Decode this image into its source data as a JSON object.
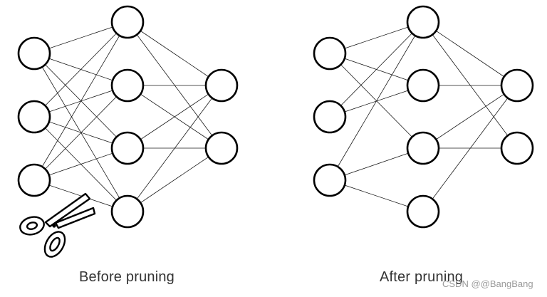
{
  "captions": {
    "before": "Before pruning",
    "after": "After pruning"
  },
  "watermark": "CSDN @@BangBang",
  "colors": {
    "node_stroke": "#000000",
    "edge": "#1a1a1a",
    "caption_text": "#333333",
    "watermark_text": "#9a9a9a",
    "background": "#ffffff"
  },
  "icons": {
    "scissors": "scissors-icon"
  },
  "networks": {
    "before": {
      "layers": [
        3,
        4,
        2
      ],
      "connections": "all"
    },
    "after": {
      "layers": [
        3,
        4,
        2
      ],
      "connections": [
        [
          [
            0,
            0
          ],
          [
            1,
            0
          ]
        ],
        [
          [
            0,
            0
          ],
          [
            1,
            1
          ]
        ],
        [
          [
            0,
            0
          ],
          [
            1,
            2
          ]
        ],
        [
          [
            0,
            1
          ],
          [
            1,
            0
          ]
        ],
        [
          [
            0,
            1
          ],
          [
            1,
            1
          ]
        ],
        [
          [
            0,
            2
          ],
          [
            1,
            0
          ]
        ],
        [
          [
            0,
            2
          ],
          [
            1,
            2
          ]
        ],
        [
          [
            0,
            2
          ],
          [
            1,
            3
          ]
        ],
        [
          [
            1,
            0
          ],
          [
            2,
            0
          ]
        ],
        [
          [
            1,
            0
          ],
          [
            2,
            1
          ]
        ],
        [
          [
            1,
            1
          ],
          [
            2,
            0
          ]
        ],
        [
          [
            1,
            2
          ],
          [
            2,
            0
          ]
        ],
        [
          [
            1,
            2
          ],
          [
            2,
            1
          ]
        ],
        [
          [
            1,
            3
          ],
          [
            2,
            0
          ]
        ]
      ]
    }
  }
}
